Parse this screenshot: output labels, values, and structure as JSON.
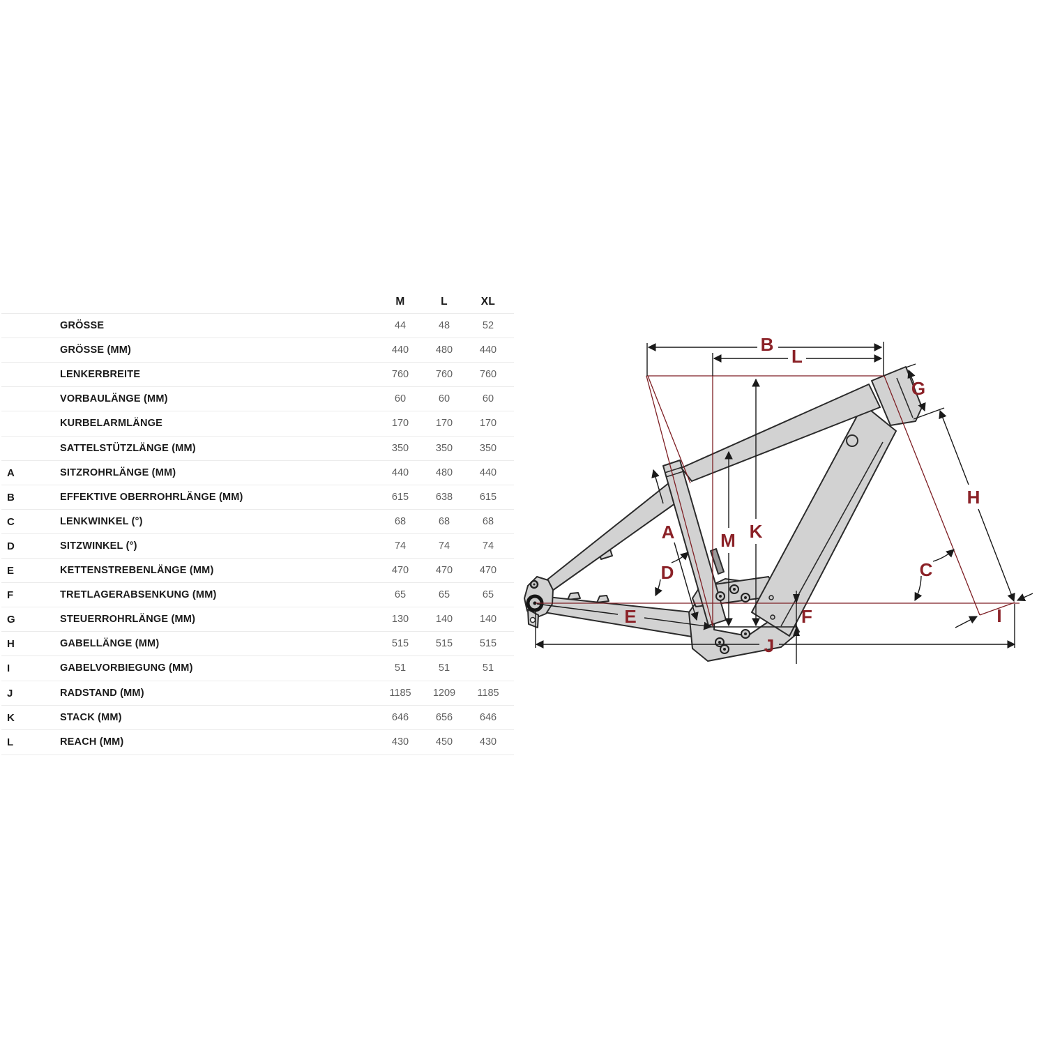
{
  "table": {
    "columns": [
      "M",
      "L",
      "XL"
    ],
    "rows": [
      {
        "letter": "",
        "label": "GRÖSSE",
        "values": [
          "44",
          "48",
          "52"
        ]
      },
      {
        "letter": "",
        "label": "GRÖSSE (MM)",
        "values": [
          "440",
          "480",
          "440"
        ]
      },
      {
        "letter": "",
        "label": "LENKERBREITE",
        "values": [
          "760",
          "760",
          "760"
        ]
      },
      {
        "letter": "",
        "label": "VORBAULÄNGE (MM)",
        "values": [
          "60",
          "60",
          "60"
        ]
      },
      {
        "letter": "",
        "label": "KURBELARMLÄNGE",
        "values": [
          "170",
          "170",
          "170"
        ]
      },
      {
        "letter": "",
        "label": "SATTELSTÜTZLÄNGE (MM)",
        "values": [
          "350",
          "350",
          "350"
        ]
      },
      {
        "letter": "A",
        "label": "SITZROHRLÄNGE (MM)",
        "values": [
          "440",
          "480",
          "440"
        ]
      },
      {
        "letter": "B",
        "label": "EFFEKTIVE OBERROHRLÄNGE (MM)",
        "values": [
          "615",
          "638",
          "615"
        ]
      },
      {
        "letter": "C",
        "label": "LENKWINKEL (°)",
        "values": [
          "68",
          "68",
          "68"
        ]
      },
      {
        "letter": "D",
        "label": "SITZWINKEL (°)",
        "values": [
          "74",
          "74",
          "74"
        ]
      },
      {
        "letter": "E",
        "label": "KETTENSTREBENLÄNGE (MM)",
        "values": [
          "470",
          "470",
          "470"
        ]
      },
      {
        "letter": "F",
        "label": "TRETLAGERABSENKUNG (MM)",
        "values": [
          "65",
          "65",
          "65"
        ]
      },
      {
        "letter": "G",
        "label": "STEUERROHRLÄNGE (MM)",
        "values": [
          "130",
          "140",
          "140"
        ]
      },
      {
        "letter": "H",
        "label": "GABELLÄNGE (MM)",
        "values": [
          "515",
          "515",
          "515"
        ]
      },
      {
        "letter": "I",
        "label": "GABELVORBIEGUNG (MM)",
        "values": [
          "51",
          "51",
          "51"
        ]
      },
      {
        "letter": "J",
        "label": "RADSTAND (MM)",
        "values": [
          "1185",
          "1209",
          "1185"
        ]
      },
      {
        "letter": "K",
        "label": "STACK (MM)",
        "values": [
          "646",
          "656",
          "646"
        ]
      },
      {
        "letter": "L",
        "label": "REACH (MM)",
        "values": [
          "430",
          "450",
          "430"
        ]
      }
    ]
  },
  "diagram": {
    "description": "bike-frame-side-view-with-dimension-letters",
    "labels": {
      "A": "A",
      "B": "B",
      "C": "C",
      "D": "D",
      "E": "E",
      "F": "F",
      "G": "G",
      "H": "H",
      "I": "I",
      "J": "J",
      "K": "K",
      "L": "L",
      "M": "M"
    },
    "colors": {
      "dimension_label": "#8b2127",
      "construction_line": "#7e1f24",
      "dimension_line": "#1a1a1a",
      "frame_fill": "#d2d2d2",
      "frame_outline": "#2b2b2b"
    }
  }
}
